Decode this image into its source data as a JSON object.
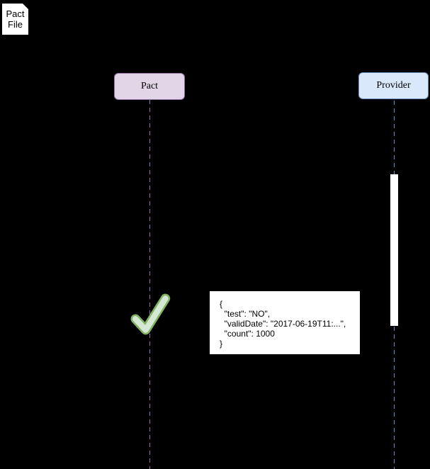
{
  "diagram": {
    "type": "sequence-diagram",
    "background_color": "#000000",
    "note": {
      "label": "Pact\nFile",
      "fill": "#ffffff",
      "border": "#000000"
    },
    "participants": [
      {
        "label": "Pact",
        "fill": "#e1d5e7",
        "border": "#9673a6",
        "lifeline_color": "#9673a6"
      },
      {
        "label": "Provider",
        "fill": "#dae8fc",
        "border": "#6c8ebf",
        "lifeline_color": "#6c8ebf"
      }
    ],
    "activation_bar": {
      "fill": "#ffffff"
    },
    "check_icon": {
      "fill": "#d5e8d4",
      "stroke": "#82b366"
    },
    "message_box": {
      "fill": "#ffffff",
      "text": "{\n  \"test\": \"NO\",\n  \"validDate\": \"2017-06-19T11:...\",\n  \"count\": 1000\n}"
    }
  }
}
